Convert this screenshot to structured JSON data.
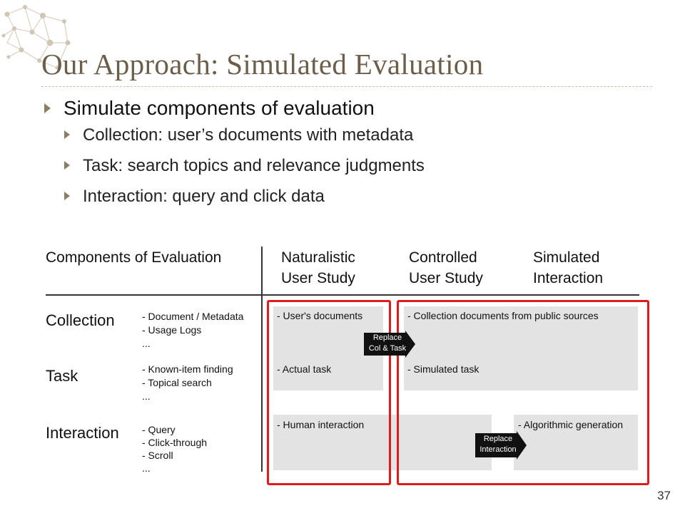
{
  "slide": {
    "title": "Our Approach: Simulated Evaluation",
    "bullets": [
      {
        "text": "Simulate components of evaluation",
        "level": 1
      },
      {
        "text": "Collection: user’s documents with metadata",
        "level": 2
      },
      {
        "text": "Task: search topics and relevance judgments",
        "level": 2
      },
      {
        "text": "Interaction: query and click data",
        "level": 2
      }
    ],
    "page_number": "37"
  },
  "table": {
    "headers": {
      "components": "Components of Evaluation",
      "naturalistic_line1": "Naturalistic",
      "naturalistic_line2": "User Study",
      "controlled_line1": "Controlled",
      "controlled_line2": "User Study",
      "simulated_line1": "Simulated",
      "simulated_line2": "Interaction"
    },
    "rows": {
      "collection": {
        "label": "Collection",
        "items": [
          "- Document / Metadata",
          "- Usage Logs",
          "..."
        ]
      },
      "task": {
        "label": "Task",
        "items": [
          "- Known-item finding",
          "- Topical search",
          "..."
        ]
      },
      "interaction": {
        "label": "Interaction",
        "items": [
          "- Query",
          "- Click-through",
          "- Scroll",
          "..."
        ]
      }
    },
    "cells": {
      "users_documents": "- User's documents",
      "actual_task": "- Actual task",
      "collection_public": "- Collection documents from public sources",
      "simulated_task": "- Simulated task",
      "human_interaction": "- Human interaction",
      "algorithmic_generation": "- Algorithmic generation"
    },
    "arrows": {
      "replace_col_task_line1": "Replace",
      "replace_col_task_line2": "Col & Task",
      "replace_interaction_line1": "Replace",
      "replace_interaction_line2": "Interaction"
    },
    "colors": {
      "highlight_border": "#e01b1b",
      "cell_fill": "#e3e3e3",
      "arrow_fill": "#111111",
      "title_color": "#6b5e4a",
      "bullet_arrow": "#8a7d65"
    }
  }
}
